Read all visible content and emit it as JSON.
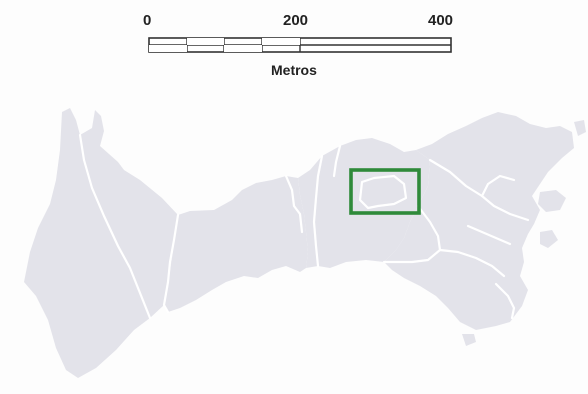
{
  "scale_bar": {
    "label_zero": "0",
    "label_mid": "200",
    "label_max": "400",
    "unit": "Metros"
  },
  "colors": {
    "land": "#e3e3ea",
    "boundary": "#ffffff",
    "highlight": "#2f8a3a",
    "scale_line": "#333333"
  }
}
